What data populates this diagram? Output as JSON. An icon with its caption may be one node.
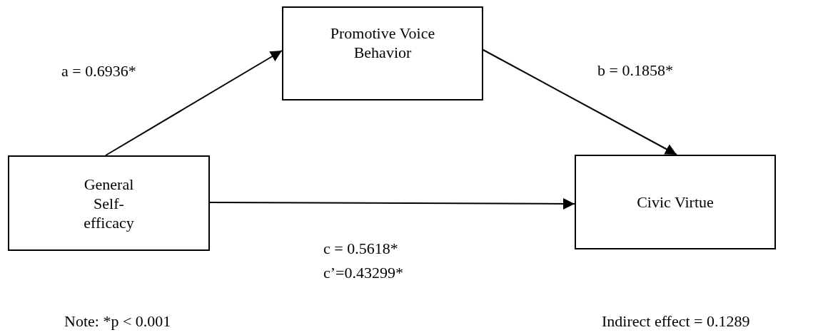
{
  "diagram": {
    "nodes": [
      {
        "text": [
          "General Self-efficacy"
        ]
      },
      {
        "text": [
          "Promotive Voice Behavior"
        ]
      },
      {
        "text": [
          "Civic Virtue"
        ]
      }
    ],
    "edges": [
      {
        "from": 0,
        "to": 1,
        "arrow": "to",
        "label": "a = 0.6936*"
      },
      {
        "from": 1,
        "to": 2,
        "arrow": "to",
        "label": "b = 0.1858*"
      },
      {
        "from": 0,
        "to": 2,
        "arrow": "to",
        "label": "c = 0.5618*"
      }
    ],
    "labels": [
      "c’=0.43299*",
      "Note: *p < 0.001",
      "Indirect effect = 0.1289"
    ]
  }
}
